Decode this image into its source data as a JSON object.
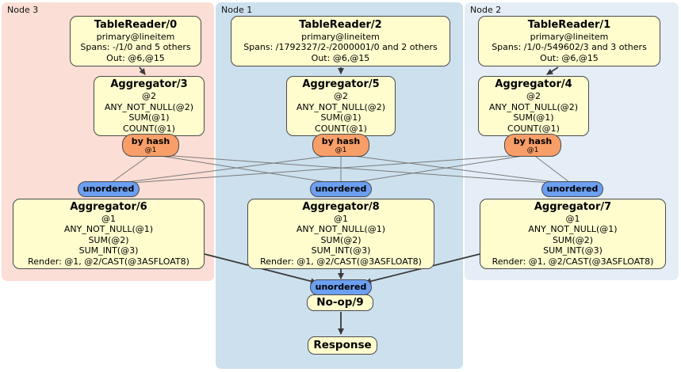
{
  "regions": [
    {
      "label": "Node 3"
    },
    {
      "label": "Node 1"
    },
    {
      "label": "Node 2"
    }
  ],
  "processors": {
    "tableReader0": {
      "title": "TableReader/0",
      "rows": [
        "primary@lineitem",
        "Spans: -/1/0 and 5 others",
        "Out: @6,@15"
      ]
    },
    "tableReader2": {
      "title": "TableReader/2",
      "rows": [
        "primary@lineitem",
        "Spans: /1792327/2-/2000001/0 and 2 others",
        "Out: @6,@15"
      ]
    },
    "tableReader1": {
      "title": "TableReader/1",
      "rows": [
        "primary@lineitem",
        "Spans: /1/0-/549602/3 and 3 others",
        "Out: @6,@15"
      ]
    },
    "aggregator3": {
      "title": "Aggregator/3",
      "rows": [
        "@2",
        "ANY_NOT_NULL(@2)",
        "SUM(@1)",
        "COUNT(@1)"
      ]
    },
    "aggregator5": {
      "title": "Aggregator/5",
      "rows": [
        "@2",
        "ANY_NOT_NULL(@2)",
        "SUM(@1)",
        "COUNT(@1)"
      ]
    },
    "aggregator4": {
      "title": "Aggregator/4",
      "rows": [
        "@2",
        "ANY_NOT_NULL(@2)",
        "SUM(@1)",
        "COUNT(@1)"
      ]
    },
    "aggregator6": {
      "title": "Aggregator/6",
      "rows": [
        "@1",
        "ANY_NOT_NULL(@1)",
        "SUM(@2)",
        "SUM_INT(@3)",
        "Render: @1, @2/CAST(@3ASFLOAT8)"
      ]
    },
    "aggregator8": {
      "title": "Aggregator/8",
      "rows": [
        "@1",
        "ANY_NOT_NULL(@1)",
        "SUM(@2)",
        "SUM_INT(@3)",
        "Render: @1, @2/CAST(@3ASFLOAT8)"
      ]
    },
    "aggregator7": {
      "title": "Aggregator/7",
      "rows": [
        "@1",
        "ANY_NOT_NULL(@1)",
        "SUM(@2)",
        "SUM_INT(@3)",
        "Render: @1, @2/CAST(@3ASFLOAT8)"
      ]
    },
    "noop9": {
      "title": "No-op/9"
    },
    "response": {
      "title": "Response"
    }
  },
  "routers": {
    "by_hash": {
      "label": "by hash",
      "detail": "@1"
    },
    "unordered": {
      "label": "unordered"
    }
  },
  "edges": [
    {
      "from": "TableReader/0",
      "to": "Aggregator/3"
    },
    {
      "from": "TableReader/2",
      "to": "Aggregator/5"
    },
    {
      "from": "TableReader/1",
      "to": "Aggregator/4"
    },
    {
      "from": "Aggregator/3 by hash",
      "to": "unordered (Node 3)"
    },
    {
      "from": "Aggregator/3 by hash",
      "to": "unordered (Node 1)"
    },
    {
      "from": "Aggregator/3 by hash",
      "to": "unordered (Node 2)"
    },
    {
      "from": "Aggregator/5 by hash",
      "to": "unordered (Node 3)"
    },
    {
      "from": "Aggregator/5 by hash",
      "to": "unordered (Node 1)"
    },
    {
      "from": "Aggregator/5 by hash",
      "to": "unordered (Node 2)"
    },
    {
      "from": "Aggregator/4 by hash",
      "to": "unordered (Node 3)"
    },
    {
      "from": "Aggregator/4 by hash",
      "to": "unordered (Node 1)"
    },
    {
      "from": "Aggregator/4 by hash",
      "to": "unordered (Node 2)"
    },
    {
      "from": "Aggregator/6",
      "to": "unordered (No-op/9)"
    },
    {
      "from": "Aggregator/8",
      "to": "unordered (No-op/9)"
    },
    {
      "from": "Aggregator/7",
      "to": "unordered (No-op/9)"
    },
    {
      "from": "No-op/9",
      "to": "Response"
    }
  ],
  "colors": {
    "canvas_bg": "#ffffff",
    "node3_bg": "#fbded5",
    "node1_bg": "#cde0ee",
    "node2_bg": "#e5eef6",
    "box_fill": "#fffdce",
    "box_border": "#4a4a4a",
    "byhash_fill": "#f89e68",
    "unordered_fill": "#6b9ff1",
    "edge_dark": "#3a3a3a",
    "edge_light": "#7a7a7a"
  }
}
